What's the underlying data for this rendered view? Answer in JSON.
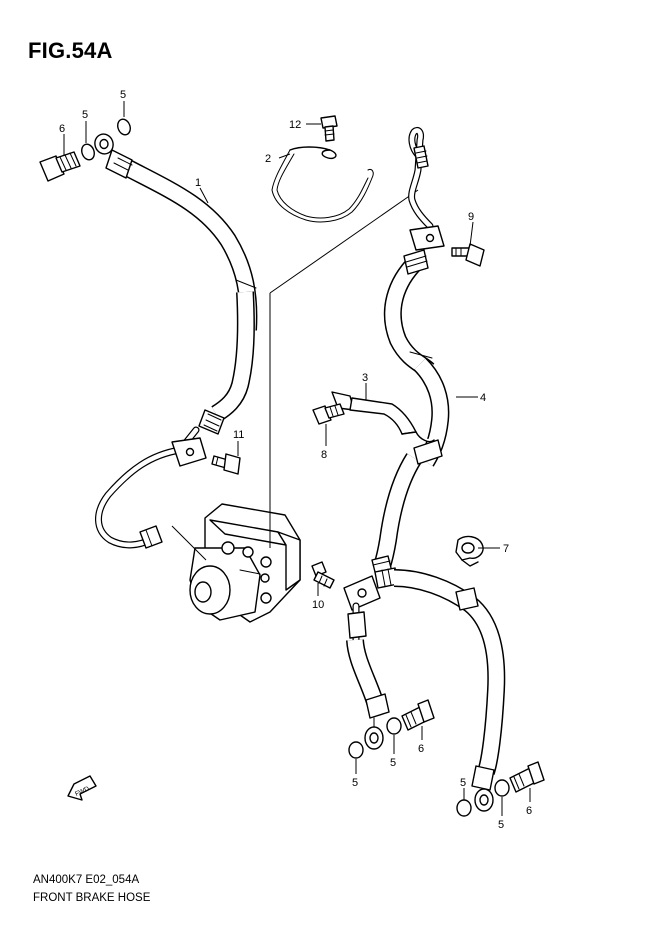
{
  "figure": {
    "title": "FIG.54A",
    "code": "AN400K7 E02_054A",
    "name": "FRONT BRAKE HOSE"
  },
  "callouts": {
    "c1": "1",
    "c2": "2",
    "c3": "3",
    "c4": "4",
    "c5a": "5",
    "c5b": "5",
    "c5c": "5",
    "c5d": "5",
    "c5e": "5",
    "c6a": "6",
    "c6b": "6",
    "c6c": "6",
    "c7": "7",
    "c8": "8",
    "c9": "9",
    "c10": "10",
    "c11": "11",
    "c12": "12"
  },
  "direction_arrow": {
    "label": "FWD",
    "icon": "fwd-arrow-icon"
  }
}
